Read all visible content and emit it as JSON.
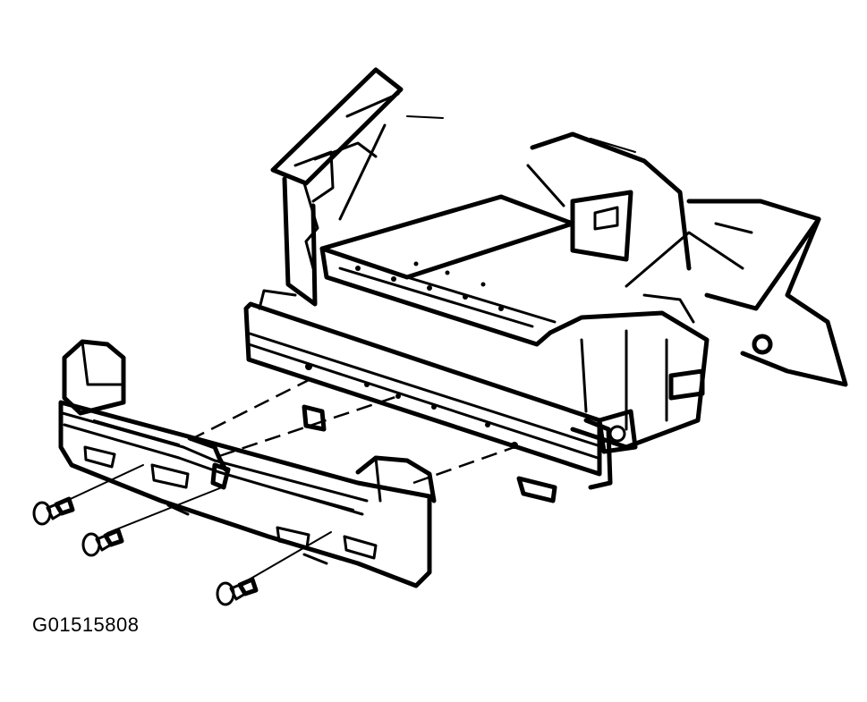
{
  "figure": {
    "id_label": "G01515808"
  },
  "fasteners": [
    {
      "name": "push-pin-clip-left"
    },
    {
      "name": "push-pin-clip-center"
    },
    {
      "name": "push-pin-clip-right"
    }
  ]
}
